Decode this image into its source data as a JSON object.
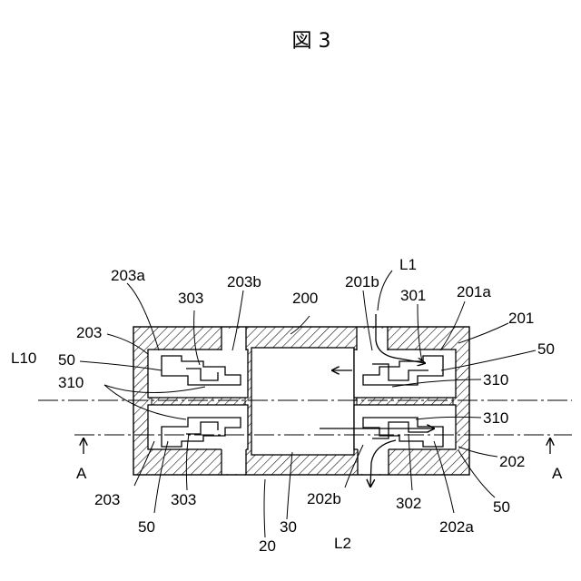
{
  "figure": {
    "title": "図 3",
    "labels": {
      "l1": "L1",
      "l2": "L2",
      "l10": "L10",
      "a_left": "A",
      "a_right": "A",
      "n20": "20",
      "n30": "30",
      "n200": "200",
      "n201": "201",
      "n201a": "201a",
      "n201b": "201b",
      "n202": "202",
      "n202a": "202a",
      "n202b": "202b",
      "n203_top": "203",
      "n203_bottom": "203",
      "n203a": "203a",
      "n203b": "203b",
      "n301": "301",
      "n302": "302",
      "n303_top": "303",
      "n303_bottom": "303",
      "n310_left": "310",
      "n310_right_top": "310",
      "n310_right_bottom": "310",
      "n50_left_top": "50",
      "n50_left_bottom": "50",
      "n50_right_top": "50",
      "n50_right_bottom": "50"
    }
  }
}
